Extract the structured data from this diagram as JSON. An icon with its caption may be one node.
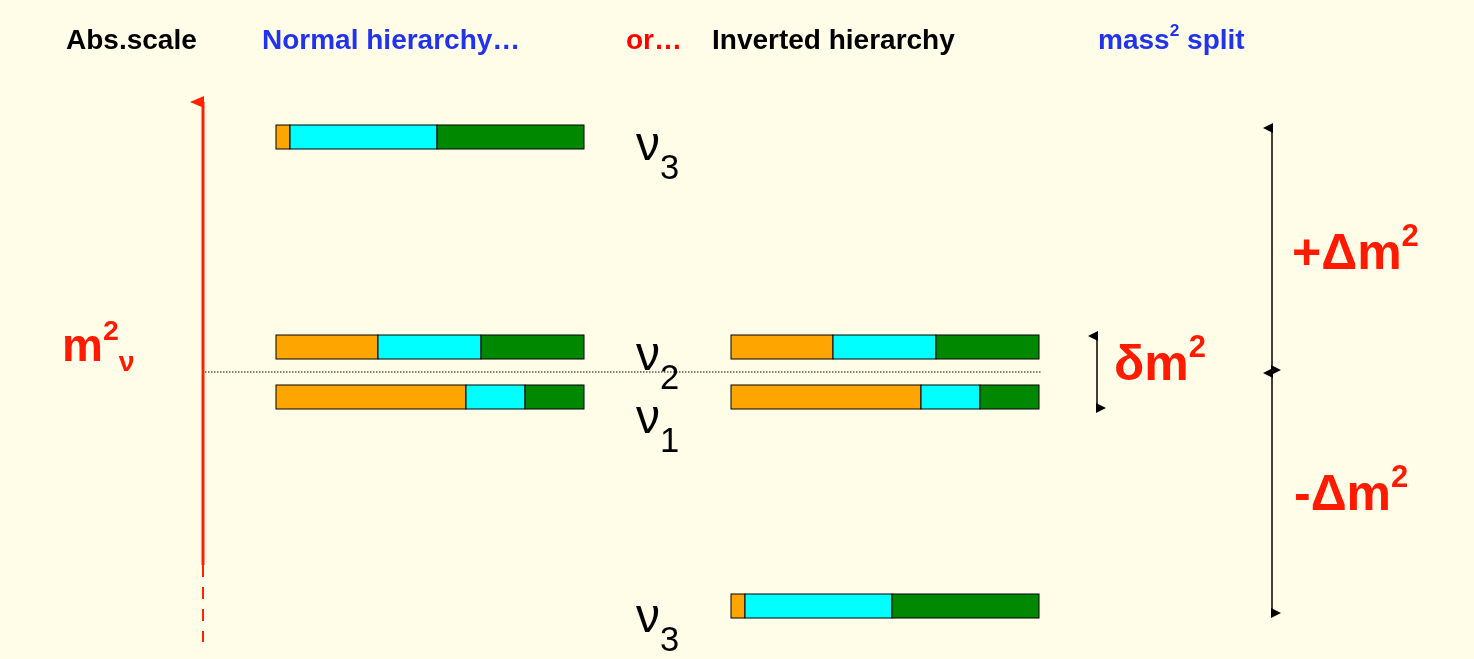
{
  "diagram": {
    "labels": [
      "Abs.scale",
      "Normal hierarchy…",
      "or…",
      "Inverted hierarchy",
      "mass$^{2}$ split",
      "ν$_{3}$",
      "+Δm$^{2}$",
      "ν$_{2}$",
      "δm$^{2}$",
      "m$^{2}$$_{ν}$",
      "ν$_{1}$",
      "-Δm$^{2}$",
      "ν$_{3}$"
    ]
  }
}
